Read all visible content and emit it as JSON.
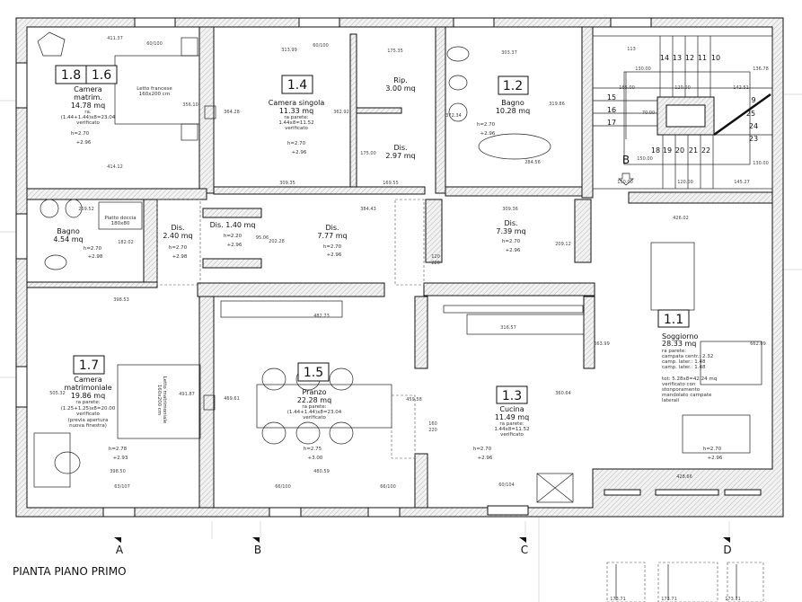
{
  "title": "PIANTA PIANO PRIMO",
  "sections": [
    "A",
    "B",
    "C",
    "D"
  ],
  "rooms": {
    "r18_16": {
      "num_a": "1.8",
      "num_b": "1.6",
      "name1": "Camera",
      "name2": "matrim.",
      "area": "14.78 mq",
      "n1": "ra.",
      "n2": "(1.44+1.44)x8=23.04",
      "n3": "verificato",
      "h": "h=2.70",
      "elev": "+2.96",
      "bed1": "Letto francese",
      "bed2": "160x200 cm"
    },
    "r14": {
      "num": "1.4",
      "name": "Camera singola",
      "area": "11.33 mq",
      "n1": "ra parete:",
      "n2": "1.44x8=11.52",
      "n3": "verificato",
      "h": "h=2.70",
      "elev": "+2.96"
    },
    "rip": {
      "name": "Rip.",
      "area": "3.00 mq"
    },
    "dis297": {
      "name": "Dis.",
      "area": "2.97 mq"
    },
    "r12": {
      "num": "1.2",
      "name": "Bagno",
      "area": "10.28 mq",
      "h": "h=2.70",
      "elev": "+2.96"
    },
    "bagno454": {
      "name": "Bagno",
      "area": "4.54 mq",
      "h": "h=2.70",
      "elev": "+2.98",
      "shower1": "Piatto doccia",
      "shower2": "180x80"
    },
    "dis240": {
      "name": "Dis.",
      "area": "2.40 mq",
      "h": "h=2.70",
      "elev": "+2.98"
    },
    "dis140": {
      "name": "Dis. 1.40 mq",
      "h": "h=2.20",
      "elev": "+2.96"
    },
    "dis777": {
      "name": "Dis.",
      "area": "7.77 mq",
      "h": "h=2.70",
      "elev": "+2.96"
    },
    "dis739": {
      "name": "Dis.",
      "area": "7.39 mq",
      "h": "h=2.70",
      "elev": "+2.96"
    },
    "r11": {
      "num": "1.1",
      "name": "Soggiorno",
      "area": "28.33 mq",
      "n1": "ra parete:",
      "n2": "campata centr.: 2.32",
      "n3": "camp. later.: 1.48",
      "n4": "camp. later.: 1.48",
      "n5": "tot: 5.28x8=42.24 mq",
      "n6": "verificato con",
      "n7": "stonporamento",
      "n8": "mandolato campate",
      "n9": "laterali",
      "h": "h=2.70",
      "elev": "+2.96"
    },
    "r17": {
      "num": "1.7",
      "name1": "Camera",
      "name2": "matrimoniale",
      "area": "19.86 mq",
      "n1": "ra parete:",
      "n2": "(1.25+1.25)x8=20.00",
      "n3": "verificato",
      "n4": "(previa apertura",
      "n5": "nuova finestra)",
      "h": "h=2.78",
      "elev": "+2.93",
      "bed1": "Letto matrimoniale",
      "bed2": "160x200 cm"
    },
    "r15": {
      "num": "1.5",
      "name": "Pranzo",
      "area": "22.28 mq",
      "n1": "ra parete:",
      "n2": "(1.44+1.44)x8=23.04",
      "n3": "verificato",
      "h": "h=2.75",
      "elev": "+3.00"
    },
    "r13": {
      "num": "1.3",
      "name": "Cucina",
      "area": "11.49 mq",
      "n1": "ra parete:",
      "n2": "1.44x8=11.52",
      "n3": "verificato",
      "h": "h=2.70",
      "elev": "+2.96"
    }
  },
  "stairs": {
    "steps_top": [
      "14",
      "13",
      "12",
      "11",
      "10"
    ],
    "steps_left": [
      "15",
      "16",
      "17"
    ],
    "steps_right": [
      "9",
      "25",
      "24",
      "23"
    ],
    "steps_bottom": [
      "18",
      "19",
      "20",
      "21",
      "22"
    ],
    "marker": "B"
  },
  "dimensions": [
    "411.37",
    "60/100",
    "313.99",
    "60/100",
    "175.35",
    "303.37",
    "113",
    "414.12",
    "356.10",
    "364.28",
    "362.92",
    "175.00",
    "309.35",
    "169.55",
    "372.34",
    "319.86",
    "284.56",
    "130.00",
    "185.00",
    "120.00",
    "142.51",
    "136.78",
    "70.00",
    "150.00",
    "150.00",
    "130.00",
    "120.00",
    "145.27",
    "259.52",
    "182.02",
    "384.43",
    "309.36",
    "95.06",
    "202.28",
    "426.02",
    "209.12",
    "398.53",
    "482.73",
    "316.57",
    "663.99",
    "662.09",
    "505.32",
    "491.87",
    "469.61",
    "459.58",
    "360.64",
    "398.50",
    "480.59",
    "428.66",
    "63/107",
    "66/100",
    "66/100",
    "60/104",
    "173.71",
    "173.71",
    "173.71",
    "120",
    "220",
    "160",
    "220"
  ]
}
